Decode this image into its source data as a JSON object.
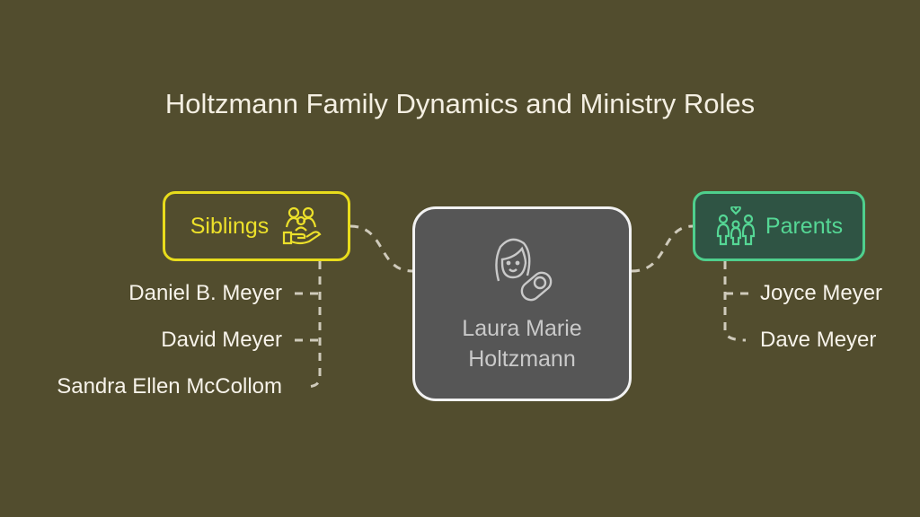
{
  "title": "Holtzmann Family Dynamics and Ministry Roles",
  "center": {
    "line1": "Laura Marie",
    "line2": "Holtzmann",
    "icon": "mother-baby-icon"
  },
  "siblings": {
    "label": "Siblings",
    "icon": "family-hand-icon",
    "color": "#e8dc1c",
    "items": [
      "Daniel B. Meyer",
      "David Meyer",
      "Sandra Ellen McCollom"
    ]
  },
  "parents": {
    "label": "Parents",
    "icon": "family-heart-icon",
    "color": "#4fcf8d",
    "items": [
      "Joyce Meyer",
      "Dave Meyer"
    ]
  }
}
